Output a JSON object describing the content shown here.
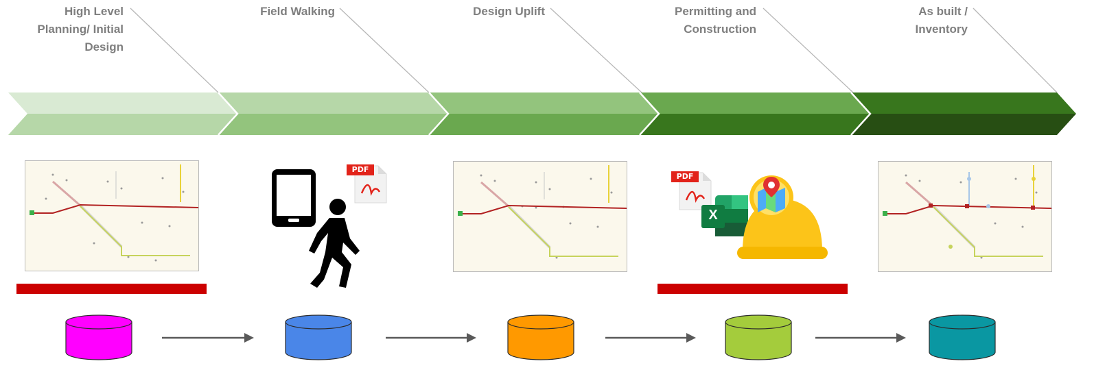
{
  "stages": [
    {
      "label": "High Level\nPlanning/ Initial\nDesign",
      "top_color": "#d9ead3",
      "bottom_color": "#b6d7a8",
      "db_color": "#ff00ff"
    },
    {
      "label": "Field Walking",
      "top_color": "#b6d7a8",
      "bottom_color": "#93c47d",
      "db_color": "#4a86e8"
    },
    {
      "label": "Design Uplift",
      "top_color": "#93c47d",
      "bottom_color": "#6aa84f",
      "db_color": "#ff9900"
    },
    {
      "label": "Permitting and\nConstruction",
      "top_color": "#6aa84f",
      "bottom_color": "#38761d",
      "db_color": "#a4cc3c"
    },
    {
      "label": "As built /\nInventory",
      "top_color": "#38761d",
      "bottom_color": "#274e13",
      "db_color": "#0a97a2"
    }
  ],
  "icons": {
    "pdf_badge": "PDF",
    "excel_letter": "X"
  },
  "colors": {
    "label_text": "#7f7f7f",
    "red_bar": "#cc0000",
    "arrow": "#595959",
    "diagonal": "#b7b7b7"
  }
}
